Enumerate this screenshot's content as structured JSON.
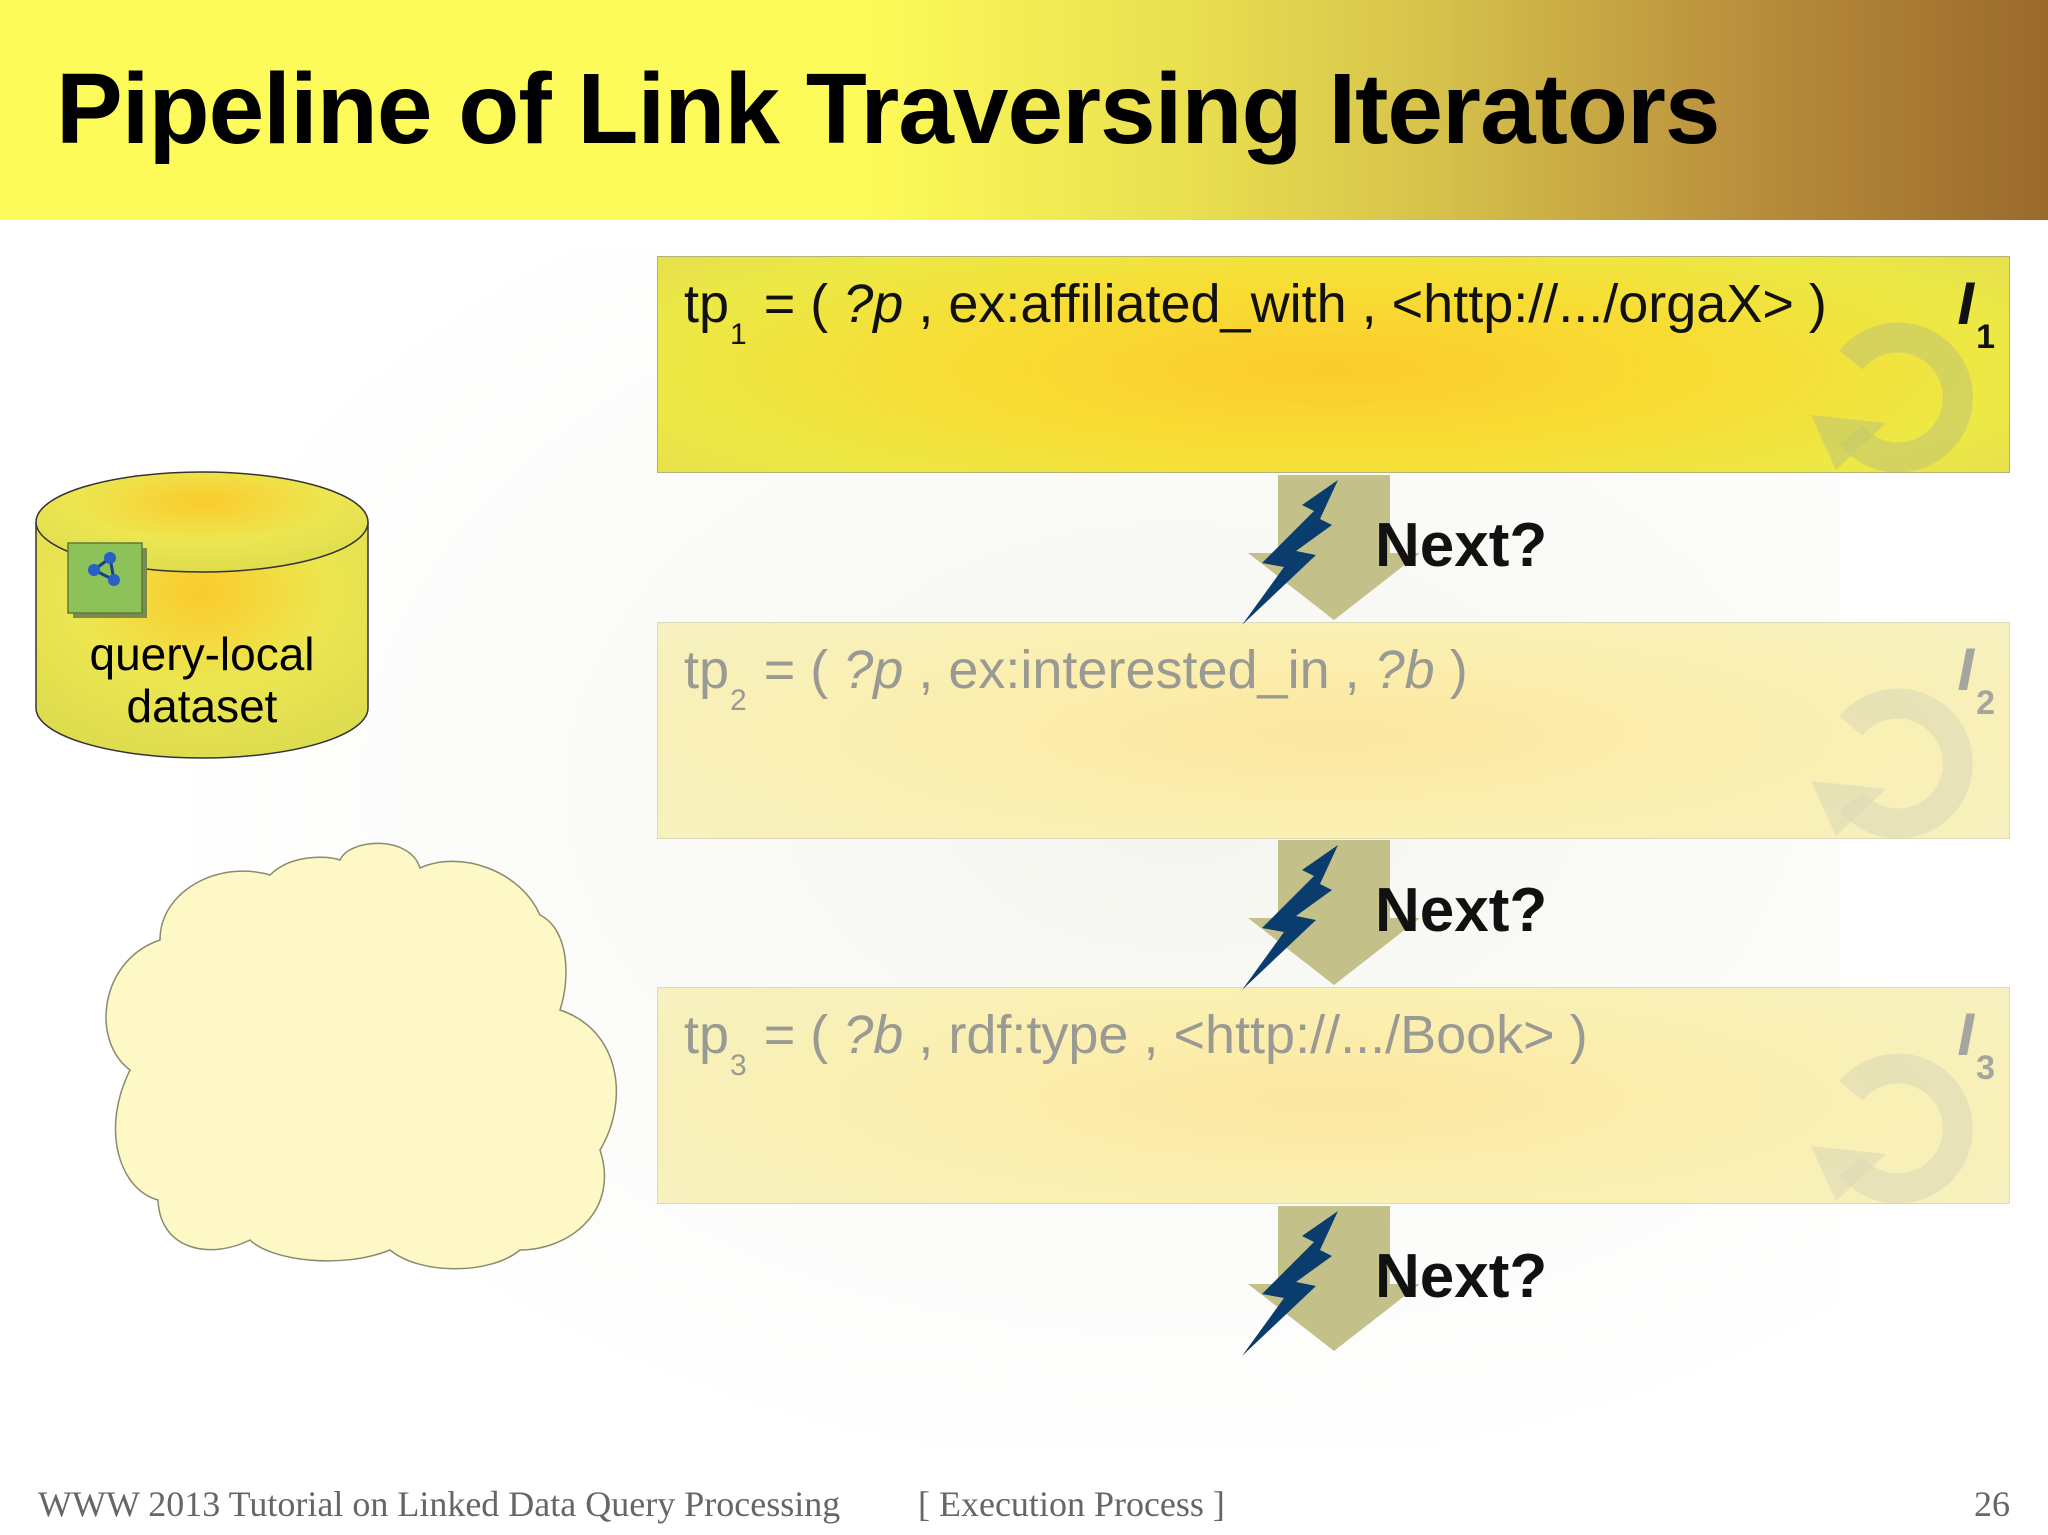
{
  "slide": {
    "title": "Pipeline of Link Traversing Iterators",
    "colors": {
      "title_bar_start": "#fdfb59",
      "title_bar_end": "#9a6a2b",
      "active_box": "#f8dc33",
      "inactive_box": "#fbefb0",
      "bolt": "#0a3d6e",
      "arrow": "#c4c08a"
    }
  },
  "iterators": [
    {
      "tp_prefix": "tp",
      "tp_index": "1",
      "open": " = ( ",
      "subject": "?p",
      "sep1": " , ",
      "predicate": "ex:affiliated_with",
      "sep2": " , ",
      "object": "<http://.../orgaX>",
      "close": " )",
      "label": "I",
      "label_index": "1",
      "state": "active"
    },
    {
      "tp_prefix": "tp",
      "tp_index": "2",
      "open": " = ( ",
      "subject": "?p",
      "sep1": " , ",
      "predicate": "ex:interested_in",
      "sep2": " , ",
      "object": "?b",
      "close": " )",
      "label": "I",
      "label_index": "2",
      "state": "inactive"
    },
    {
      "tp_prefix": "tp",
      "tp_index": "3",
      "open": " = ( ",
      "subject": "?b",
      "sep1": " , ",
      "predicate": "rdf:type",
      "sep2": " , ",
      "object": "<http://.../Book>",
      "close": " )",
      "label": "I",
      "label_index": "3",
      "state": "inactive"
    }
  ],
  "connectors": [
    {
      "label": "Next?"
    },
    {
      "label": "Next?"
    },
    {
      "label": "Next?"
    }
  ],
  "dataset": {
    "line1": "query-local",
    "line2": "dataset",
    "icon": "rdf-graph-icon"
  },
  "cloud": {
    "icon": "web-cloud-icon"
  },
  "footer": {
    "left": "WWW 2013 Tutorial on Linked Data Query Processing",
    "middle": "[ Execution Process ]",
    "page": "26"
  }
}
